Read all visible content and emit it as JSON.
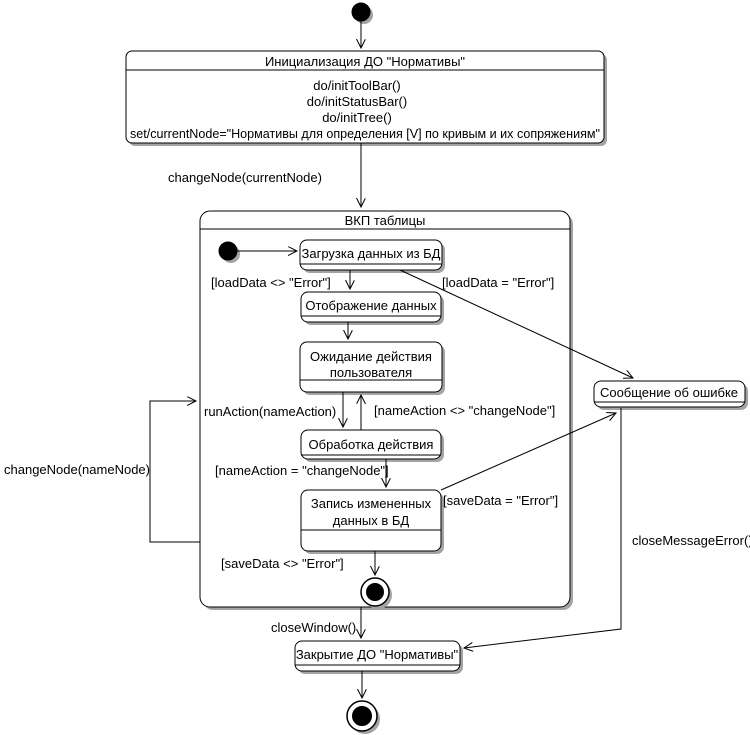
{
  "colors": {
    "background": "#ffffff",
    "line": "#000000",
    "state_fill": "#ffffff",
    "shadow": "#a4a4a4",
    "text": "#000000"
  },
  "states": {
    "init": {
      "name": "Инициализация ДО \"Нормативы\"",
      "actions": [
        "do/initToolBar()",
        "do/initStatusBar()",
        "do/initTree()",
        "set/currentNode=\"Нормативы для определения [V] по кривым и их сопряжениям\""
      ]
    },
    "vkp": {
      "name": "ВКП таблицы"
    },
    "load": {
      "name": "Загрузка данных из БД"
    },
    "display": {
      "name": "Отображение данных"
    },
    "wait": {
      "lines": [
        "Ожидание действия",
        "пользователя"
      ]
    },
    "process": {
      "name": "Обработка действия"
    },
    "save": {
      "lines": [
        "Запись измененных",
        "данных в БД"
      ]
    },
    "error": {
      "name": "Сообщение об ошибке"
    },
    "close": {
      "name": "Закрытие ДО \"Нормативы\""
    }
  },
  "transitions": {
    "changeNodeCurrent": "changeNode(currentNode)",
    "loadOk": "[loadData <> \"Error\"]",
    "loadErr": "[loadData = \"Error\"]",
    "runAction": "runAction(nameAction)",
    "nameActionNeq": "[nameAction <> \"changeNode\"]",
    "nameActionEq": "[nameAction = \"changeNode\"]",
    "saveErr": "[saveData = \"Error\"]",
    "saveOk": "[saveData <> \"Error\"]",
    "closeWindow": "closeWindow()",
    "closeMessageError": "closeMessageError()",
    "changeNodeName": "changeNode(nameNode)"
  }
}
